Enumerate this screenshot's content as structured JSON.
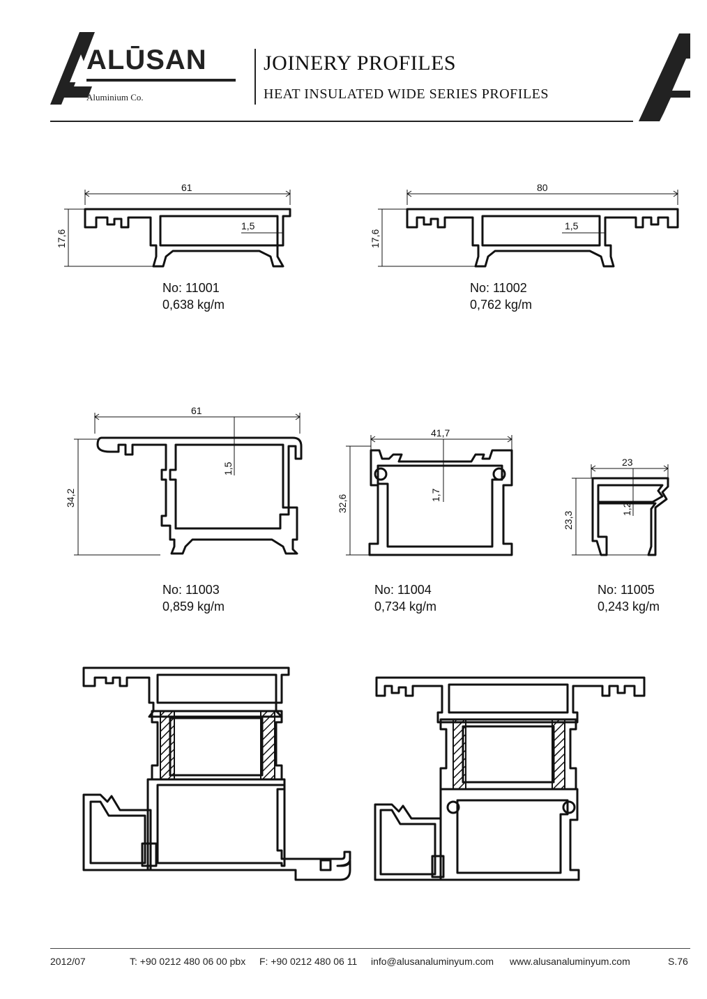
{
  "header": {
    "brand": "ALŪSAN",
    "brand_sub": "Aluminium Co.",
    "title": "JOINERY PROFILES",
    "subtitle": "HEAT INSULATED WIDE SERIES PROFILES"
  },
  "profiles": [
    {
      "no": "No: 11001",
      "weight": "0,638 kg/m",
      "dims": [
        "61",
        "17,6",
        "1,5"
      ]
    },
    {
      "no": "No: 11002",
      "weight": "0,762 kg/m",
      "dims": [
        "80",
        "17,6",
        "1,5"
      ]
    },
    {
      "no": "No: 11003",
      "weight": "0,859 kg/m",
      "dims": [
        "61",
        "34,2",
        "1,5"
      ]
    },
    {
      "no": "No: 11004",
      "weight": "0,734 kg/m",
      "dims": [
        "41,7",
        "32,6",
        "1,7"
      ]
    },
    {
      "no": "No: 11005",
      "weight": "0,243 kg/m",
      "dims": [
        "23",
        "23,3",
        "1,2"
      ]
    }
  ],
  "footer": {
    "date": "2012/07",
    "phone": "T: +90 0212 480 06 00 pbx",
    "fax": "F: +90 0212 480 06 11",
    "email": "info@alusanaluminyum.com",
    "web": "www.alusanaluminyum.com",
    "page": "S.76"
  }
}
